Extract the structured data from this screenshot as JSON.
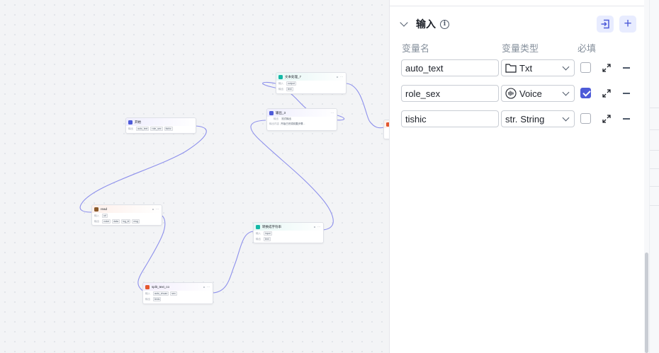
{
  "canvas": {
    "nodes": [
      {
        "key": "start",
        "title": "开始",
        "icon": "purple",
        "rows": [
          {
            "label": "输出",
            "chips": [
              "auto_text",
              "role_sex",
              "tishic"
            ]
          }
        ]
      },
      {
        "key": "text",
        "title": "文本处理_7",
        "icon": "teal",
        "rows": [
          {
            "label": "输入",
            "chips": [
              "output"
            ]
          },
          {
            "label": "输出",
            "chips": [
              "text"
            ]
          }
        ]
      },
      {
        "key": "output",
        "title": "输出_3",
        "icon": "purple",
        "rows": [
          {
            "label": "输出",
            "chips": [],
            "text": "流式输出"
          },
          {
            "label": "输出内容",
            "chips": [],
            "text": "开始已完成前置步骤..."
          }
        ]
      },
      {
        "key": "read",
        "title": "read",
        "icon": "brown",
        "rows": [
          {
            "label": "输入",
            "chips": [
              "url"
            ]
          },
          {
            "label": "输出",
            "chips": [
              "voice",
              "data",
              "log_id",
              "msg"
            ]
          }
        ]
      },
      {
        "key": "json",
        "title": "转换成字符串",
        "icon": "teal",
        "rows": [
          {
            "label": "输入",
            "chips": [
              "input"
            ]
          },
          {
            "label": "输出",
            "chips": [
              "text"
            ]
          }
        ]
      },
      {
        "key": "split",
        "title": "split_text_co",
        "icon": "red",
        "rows": [
          {
            "label": "输入",
            "chips": [
              "auto_chuan",
              "sex"
            ]
          },
          {
            "label": "输出",
            "chips": [
              "texts"
            ]
          }
        ]
      }
    ]
  },
  "panel": {
    "section_title": "输入",
    "columns": {
      "name": "变量名",
      "type": "变量类型",
      "required": "必填"
    },
    "variables": [
      {
        "name": "auto_text",
        "type": "Txt",
        "type_icon": "folder-icon",
        "required": false
      },
      {
        "name": "role_sex",
        "type": "Voice",
        "type_icon": "voice-icon",
        "required": true
      },
      {
        "name": "tishic",
        "type": "String",
        "type_icon": "str-icon",
        "type_prefix": "str.",
        "required": false
      }
    ]
  },
  "colors": {
    "accent": "#4e5bd8",
    "accent_bg": "#e8ecff",
    "edge": "#7b7fe8"
  }
}
